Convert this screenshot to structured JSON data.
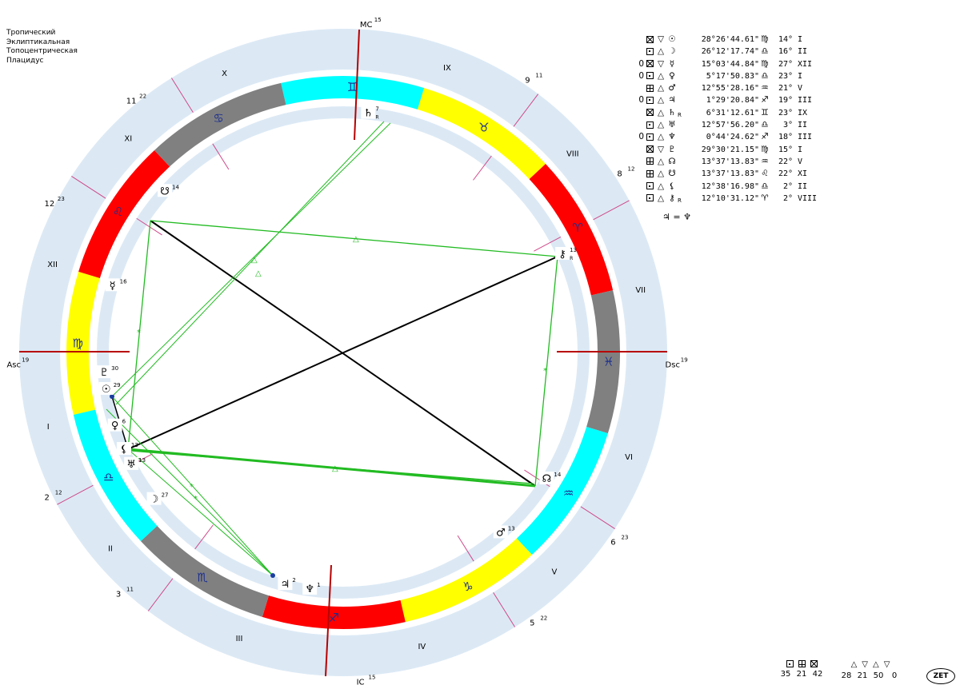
{
  "settings": [
    "Тропический",
    "Эклиптикальная",
    "Топоцентрическая",
    "Плацидус"
  ],
  "wheel": {
    "outer_house_numerals": [
      "X",
      "XI",
      "XII",
      "I",
      "II",
      "III",
      "IV",
      "V",
      "VI",
      "VII",
      "VIII",
      "IX"
    ],
    "cusp_labels": [
      {
        "name": "MC",
        "deg": "15"
      },
      {
        "name": "11",
        "deg": "22"
      },
      {
        "name": "12",
        "deg": "23"
      },
      {
        "name": "Asc",
        "deg": "19"
      },
      {
        "name": "2",
        "deg": "12"
      },
      {
        "name": "3",
        "deg": "11"
      },
      {
        "name": "IC",
        "deg": "15"
      },
      {
        "name": "5",
        "deg": "22"
      },
      {
        "name": "6",
        "deg": "23"
      },
      {
        "name": "Dsc",
        "deg": "19"
      },
      {
        "name": "8",
        "deg": "12"
      },
      {
        "name": "9",
        "deg": "11"
      }
    ],
    "zodiac_signs": [
      {
        "glyph": "♊",
        "color": "#00ffff"
      },
      {
        "glyph": "♉",
        "color": "#ffff00"
      },
      {
        "glyph": "♈",
        "color": "#ff0000"
      },
      {
        "glyph": "♓",
        "color": "#808080"
      },
      {
        "glyph": "♒",
        "color": "#00ffff"
      },
      {
        "glyph": "♑",
        "color": "#ffff00"
      },
      {
        "glyph": "♐",
        "color": "#ff0000"
      },
      {
        "glyph": "♏",
        "color": "#808080"
      },
      {
        "glyph": "♎",
        "color": "#00ffff"
      },
      {
        "glyph": "♍",
        "color": "#ffff00"
      },
      {
        "glyph": "♌",
        "color": "#ff0000"
      },
      {
        "glyph": "♋",
        "color": "#808080"
      }
    ],
    "planet_labels": [
      {
        "glyph": "♄",
        "deg": "7",
        "retro": "R"
      },
      {
        "glyph": "☋",
        "deg": "14",
        "retro": ""
      },
      {
        "glyph": "☿",
        "deg": "16",
        "retro": ""
      },
      {
        "glyph": "♇",
        "deg": "30",
        "retro": ""
      },
      {
        "glyph": "☉",
        "deg": "29",
        "retro": ""
      },
      {
        "glyph": "♀",
        "deg": "6",
        "retro": ""
      },
      {
        "glyph": "⚸",
        "deg": "13",
        "retro": ""
      },
      {
        "glyph": "♅",
        "deg": "13",
        "retro": ""
      },
      {
        "glyph": "☽",
        "deg": "27",
        "retro": ""
      },
      {
        "glyph": "♃",
        "deg": "2",
        "retro": ""
      },
      {
        "glyph": "♆",
        "deg": "1",
        "retro": ""
      },
      {
        "glyph": "♂",
        "deg": "13",
        "retro": ""
      },
      {
        "glyph": "☊",
        "deg": "14",
        "retro": ""
      },
      {
        "glyph": "⚷",
        "deg": "13",
        "retro": "R"
      }
    ],
    "colors": {
      "ring": "#dce9f5",
      "cusp_minor": "#d04a8a",
      "axis": "#b80000",
      "aspect_green": "#22bb22",
      "aspect_black": "#000000"
    }
  },
  "planets_table": [
    {
      "zero": "",
      "aspect": "x",
      "elem": "▽",
      "planet": "☉",
      "retro": "",
      "pos": "28°26'44.61\"",
      "sign": "♍",
      "deg": "14°",
      "house": "I"
    },
    {
      "zero": "",
      "aspect": "dot",
      "elem": "△",
      "planet": "☽",
      "retro": "",
      "pos": "26°12'17.74\"",
      "sign": "♎",
      "deg": "16°",
      "house": "II"
    },
    {
      "zero": "0",
      "aspect": "x",
      "elem": "▽",
      "planet": "☿",
      "retro": "",
      "pos": "15°03'44.84\"",
      "sign": "♍",
      "deg": "27°",
      "house": "XII"
    },
    {
      "zero": "0",
      "aspect": "dot",
      "elem": "△",
      "planet": "♀",
      "retro": "",
      "pos": "5°17'50.83\"",
      "sign": "♎",
      "deg": "23°",
      "house": "I"
    },
    {
      "zero": "",
      "aspect": "grid",
      "elem": "△",
      "planet": "♂",
      "retro": "",
      "pos": "12°55'28.16\"",
      "sign": "♒",
      "deg": "21°",
      "house": "V"
    },
    {
      "zero": "0",
      "aspect": "dot",
      "elem": "△",
      "planet": "♃",
      "retro": "",
      "pos": "1°29'20.84\"",
      "sign": "♐",
      "deg": "19°",
      "house": "III"
    },
    {
      "zero": "",
      "aspect": "x",
      "elem": "△",
      "planet": "♄",
      "retro": "R",
      "pos": "6°31'12.61\"",
      "sign": "♊",
      "deg": "23°",
      "house": "IX"
    },
    {
      "zero": "",
      "aspect": "dot",
      "elem": "△",
      "planet": "♅",
      "retro": "",
      "pos": "12°57'56.20\"",
      "sign": "♎",
      "deg": "3°",
      "house": "II"
    },
    {
      "zero": "0",
      "aspect": "dot",
      "elem": "△",
      "planet": "♆",
      "retro": "",
      "pos": "0°44'24.62\"",
      "sign": "♐",
      "deg": "18°",
      "house": "III"
    },
    {
      "zero": "",
      "aspect": "x",
      "elem": "▽",
      "planet": "♇",
      "retro": "",
      "pos": "29°30'21.15\"",
      "sign": "♍",
      "deg": "15°",
      "house": "I"
    },
    {
      "zero": "",
      "aspect": "grid",
      "elem": "△",
      "planet": "☊",
      "retro": "",
      "pos": "13°37'13.83\"",
      "sign": "♒",
      "deg": "22°",
      "house": "V"
    },
    {
      "zero": "",
      "aspect": "grid",
      "elem": "△",
      "planet": "☋",
      "retro": "",
      "pos": "13°37'13.83\"",
      "sign": "♌",
      "deg": "22°",
      "house": "XI"
    },
    {
      "zero": "",
      "aspect": "dot",
      "elem": "△",
      "planet": "⚸",
      "retro": "",
      "pos": "12°38'16.98\"",
      "sign": "♎",
      "deg": "2°",
      "house": "II"
    },
    {
      "zero": "",
      "aspect": "dot",
      "elem": "△",
      "planet": "⚷",
      "retro": "R",
      "pos": "12°10'31.12\"",
      "sign": "♈",
      "deg": "2°",
      "house": "VIII"
    }
  ],
  "reception": "♃ = ♆",
  "summary_left": {
    "values": [
      "35",
      "21",
      "42"
    ]
  },
  "summary_right": {
    "values": [
      "28",
      "21",
      "50",
      "0"
    ]
  },
  "logo": "ZET"
}
